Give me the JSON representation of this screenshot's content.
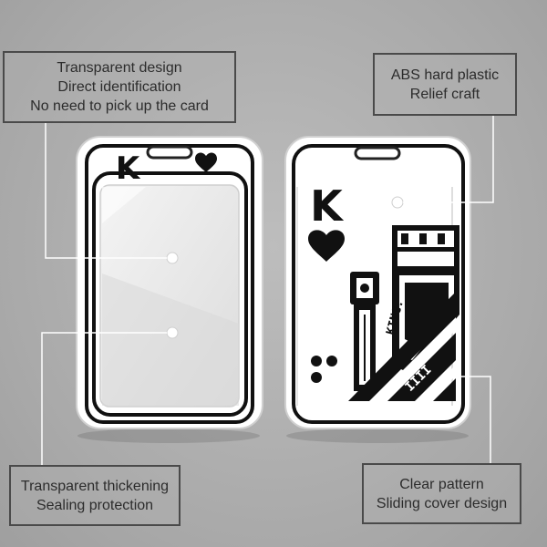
{
  "callouts": [
    {
      "lines": [
        "Transparent design",
        "Direct identification",
        "No need to pick up the card"
      ]
    },
    {
      "lines": [
        "ABS hard plastic",
        "Relief craft"
      ]
    },
    {
      "lines": [
        "Transparent thickening",
        "Sealing protection"
      ]
    },
    {
      "lines": [
        "Clear pattern",
        "Sliding cover design"
      ]
    }
  ],
  "card": {
    "rank": "K",
    "suit_symbol": "♥",
    "figure_text": "KING.",
    "band_text": "IIII"
  },
  "colors": {
    "background": "#aeaeae",
    "card_body": "#ffffff",
    "card_outline": "#111111",
    "callout_border": "#4a4a4a",
    "leader_line": "#ffffff"
  }
}
